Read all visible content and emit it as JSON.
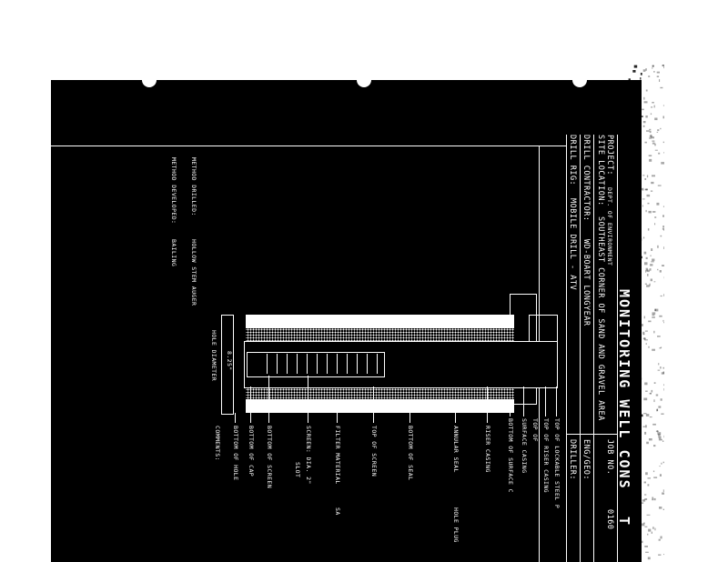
{
  "form": {
    "title": "MONITORING WELL CONS",
    "job_label": "JOB NO.",
    "job_value": "0160",
    "eng_geo_label": "ENG/GEO:",
    "driller_label": "DRILLER:",
    "stamp": "T"
  },
  "project": {
    "project_label": "PROJECT:",
    "project_value": "DEPT. OF ENVIRONMENT",
    "site_label": "SITE LOCATION:",
    "site_value": "SOUTHEAST CORNER OF SAND AND GRAVEL AREA",
    "contractor_label": "DRILL CONTRACTOR:",
    "contractor_value": "WD-BOART LONGYEAR",
    "rig_label": "DRILL RIG:",
    "rig_value": "MOBILE DRILL - ATV"
  },
  "methods": {
    "drilled_label": "METHOD DRILLED:",
    "drilled_value": "HOLLOW STEM AUGER",
    "developed_label": "METHOD DEVELOPED:",
    "developed_value": "BAILING"
  },
  "diagram": {
    "hole_diameter_label": "HOLE DIAMETER",
    "hole_diameter_value": "8.25\""
  },
  "callouts": [
    "TOP OF LOCKABLE STEEL P",
    "TOP OF RISER CASING",
    "TOP OF",
    "SURFACE CASING",
    "BOTTOM OF SURFACE C",
    "RISER CASING",
    "ANNULAR SEAL",
    "BOTTOM OF SEAL",
    "TOP OF SCREEN",
    "FILTER MATERIAL",
    "SCREEN: DIA. 2\"",
    "BOTTOM OF SCREEN",
    "BOTTOM OF CAP",
    "BOTTOM OF HOLE",
    "COMMENTS:"
  ],
  "callout_extras": {
    "annular_seal_note": "HOLE PLUG",
    "screen_note": "SLOT",
    "filter_note": "SA"
  }
}
